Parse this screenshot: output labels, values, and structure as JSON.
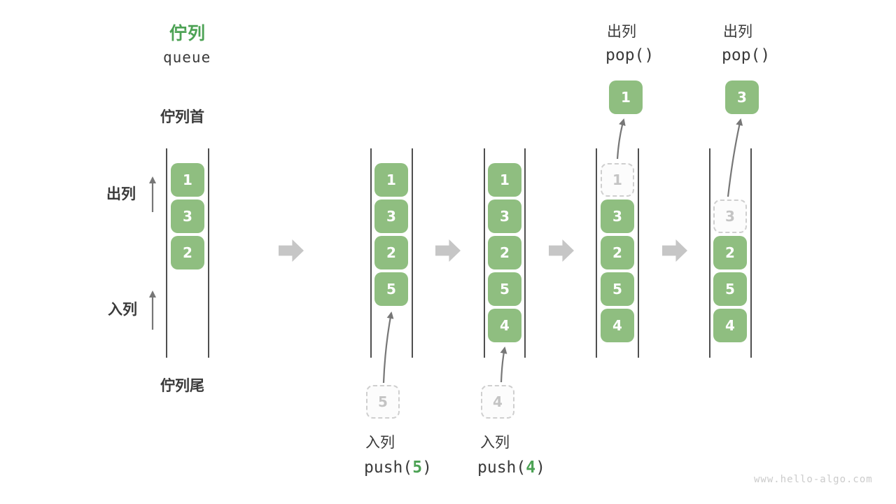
{
  "title": {
    "zh": "佇列",
    "en": "queue"
  },
  "side_labels": {
    "front": "佇列首",
    "rear": "佇列尾",
    "dequeue": "出列",
    "enqueue": "入列"
  },
  "colors": {
    "accent_green": "#4CA254",
    "cell_green": "#8FBE80",
    "ghost_border": "#CFCFCF",
    "ghost_text": "#C4C4C4",
    "thin_arrow": "#777777",
    "block_arrow": "#C6C6C6",
    "text_dark": "#3A3A3A",
    "wall": "#4F4F4F",
    "watermark": "#CBCBCB"
  },
  "states": [
    {
      "cells": [
        "1",
        "3",
        "2"
      ]
    },
    {
      "cells": [
        "1",
        "3",
        "2",
        "5"
      ]
    },
    {
      "cells": [
        "1",
        "3",
        "2",
        "5",
        "4"
      ]
    },
    {
      "cells": [
        "1",
        "3",
        "2",
        "5",
        "4"
      ]
    },
    {
      "cells": [
        "3",
        "2",
        "5",
        "4"
      ]
    }
  ],
  "operations": {
    "push5": {
      "label": "入列",
      "call_open": "push(",
      "arg": "5",
      "call_close": ")",
      "ghost": "5"
    },
    "push4": {
      "label": "入列",
      "call_open": "push(",
      "arg": "4",
      "call_close": ")",
      "ghost": "4"
    },
    "pop1": {
      "label": "出列",
      "call": "pop()",
      "result": "1"
    },
    "pop3": {
      "label": "出列",
      "call": "pop()",
      "result": "3"
    }
  },
  "watermark": "www.hello-algo.com"
}
